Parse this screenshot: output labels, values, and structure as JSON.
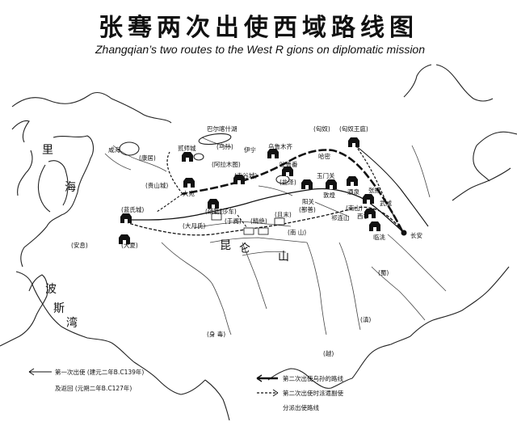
{
  "title_cn": "张骞两次出使西域路线图",
  "title_en": "Zhangqian’s two routes to the West R  gions on diplomatic mission",
  "places": {
    "balkhash": "巴尔喀什湖",
    "wusun": "(乌孙)",
    "xiongnu": "(匈奴)",
    "xiongnu_court": "(匈奴王庭)",
    "xianhai": "咸海",
    "kangju": "(康居)",
    "erbin": "贰师城",
    "yining": "伊宁",
    "urumqi": "乌鲁木齐",
    "hami": "哈密",
    "turpan": "吐鲁番",
    "aksu": "(阿拉木图)",
    "chigu": "(赤谷城)",
    "guishan": "(贵山城)",
    "dayuan": "大宛",
    "yanqi": "(盐泽)",
    "yumen": "玉门关",
    "jiuquan": "酒泉",
    "zhangye": "张掖",
    "wuwei": "武威",
    "yangguan": "阳关",
    "dunhuang": "敦煌",
    "qilian": "祁连山",
    "nanshan": "(南山)",
    "xining": "西宁",
    "lintao": "临洮",
    "changan": "长安",
    "shule": "(疏勒)",
    "jingjue": "(精绝)",
    "qiemo": "(且末)",
    "shanshan": "(鄯善)",
    "yutian": "(于阗)",
    "shache": "(莎车)",
    "lanshi": "(蓝氏城)",
    "dayuezhi": "(大月氏)",
    "daxia": "(大夏)",
    "anxi": "(安息)",
    "nanshan2": "(南 山)",
    "kunlun_a": "昆",
    "kunlun_b": "仑",
    "kunlun_c": "山",
    "shu": "(蜀)",
    "dian": "(滇)",
    "juandu": "(身  毒)",
    "yue": "(越)",
    "li": "里",
    "hai": "海",
    "bo": "波",
    "si": "斯",
    "wan": "湾"
  },
  "legend": {
    "first_mission": "第一次出使 (建元二年B.C139年)",
    "first_return": "及返回 (元朔二年B.C127年)",
    "second_mission": "第二次出使乌孙的路线",
    "second_deputy": "第二次出使时派遣副使",
    "second_branch": "分派出使路线"
  }
}
